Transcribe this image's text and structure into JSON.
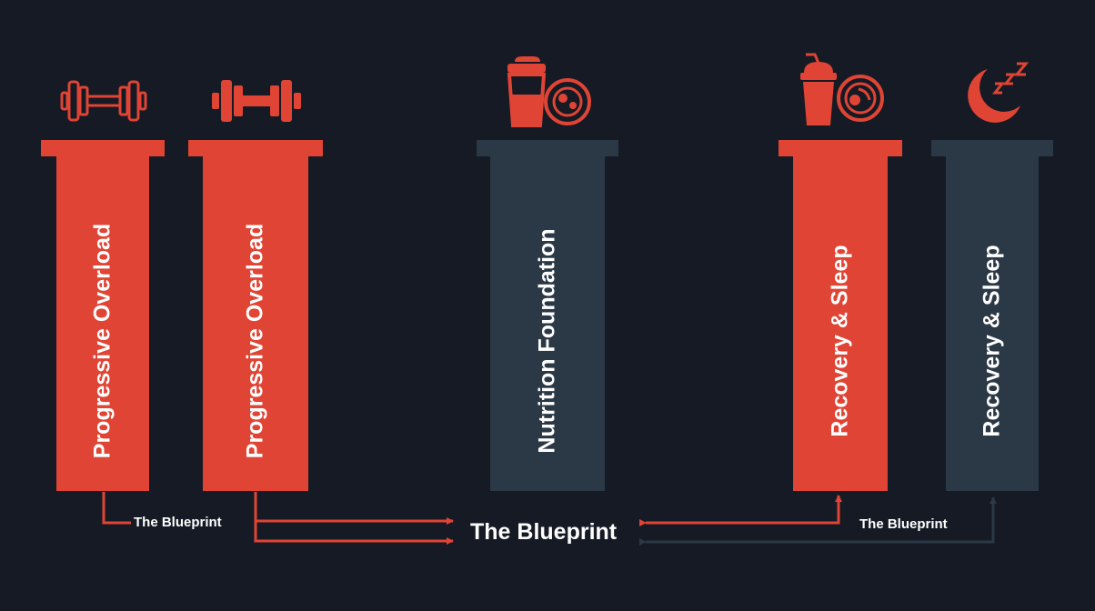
{
  "colors": {
    "background": "#151a24",
    "accent_red": "#e04434",
    "slate": "#2b3846",
    "text": "#ffffff"
  },
  "pillars": [
    {
      "label": "Progressive Overload",
      "color": "#e04434",
      "icon": "barbell-outline-icon"
    },
    {
      "label": "Progressive Overload",
      "color": "#e04434",
      "icon": "barbell-solid-icon"
    },
    {
      "label": "Nutrition Foundation",
      "color": "#2b3846",
      "icon": "shaker-and-plate-icon"
    },
    {
      "label": "Recovery & Sleep",
      "color": "#e04434",
      "icon": "smoothie-and-plate-icon"
    },
    {
      "label": "Recovery & Sleep",
      "color": "#2b3846",
      "icon": "moon-zzz-icon"
    }
  ],
  "labels": {
    "left_blueprint": "The Blueprint",
    "right_blueprint": "The Blueprint",
    "center_blueprint": "The Blueprint"
  }
}
